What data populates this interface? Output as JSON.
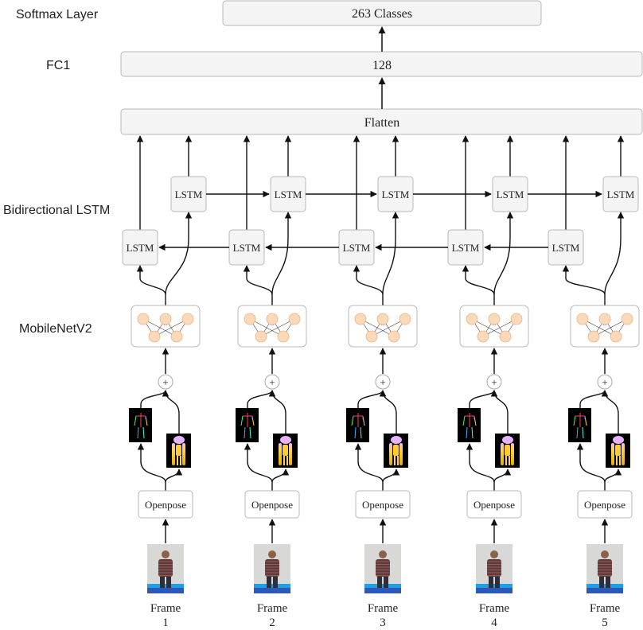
{
  "labels": {
    "softmax": "Softmax Layer",
    "fc1": "FC1",
    "bilstm": "Bidirectional LSTM",
    "mobilenet": "MobileNetV2"
  },
  "layers": {
    "softmax_box": "263 Classes",
    "fc1_box": "128",
    "flatten_box": "Flatten"
  },
  "lstm_label": "LSTM",
  "openpose_label": "Openpose",
  "plus_symbol": "+",
  "frames": [
    {
      "label": "Frame",
      "number": "1"
    },
    {
      "label": "Frame",
      "number": "2"
    },
    {
      "label": "Frame",
      "number": "3"
    },
    {
      "label": "Frame",
      "number": "4"
    },
    {
      "label": "Frame",
      "number": "5"
    }
  ],
  "colors": {
    "box_fill": "#f4f4f4",
    "box_stroke": "#b8b8b8",
    "node_fill": "#fbd9b9",
    "node_stroke": "#e8b48b",
    "backdrop": "#1ea0e6",
    "floor": "#2d57b8"
  }
}
